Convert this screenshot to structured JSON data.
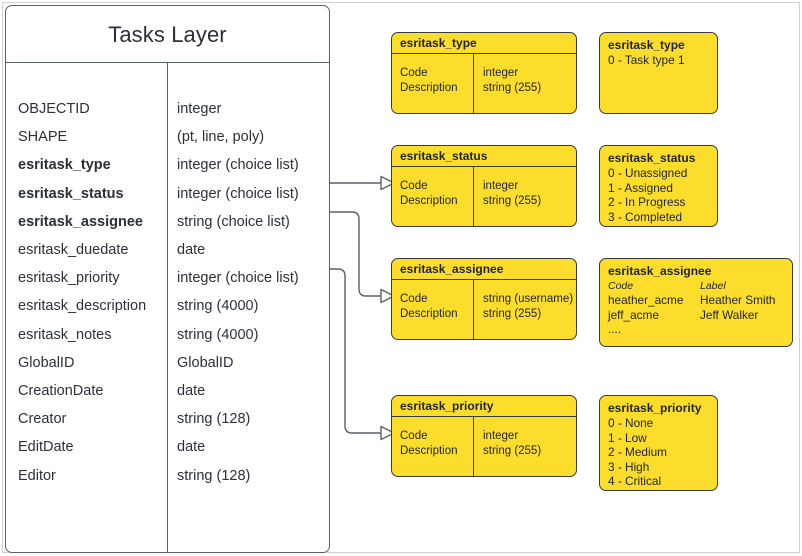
{
  "diagram": {
    "title": "Tasks Layer",
    "accent_yellow": "#FCDD2C",
    "line_color": "#59616E",
    "box_border": "#3B3B3B"
  },
  "entity": {
    "title": "Tasks Layer",
    "fields": [
      {
        "name": "OBJECTID",
        "type": "integer",
        "bold": false
      },
      {
        "name": "SHAPE",
        "type": "(pt, line, poly)",
        "bold": false
      },
      {
        "name": "esritask_type",
        "type": "integer (choice list)",
        "bold": true
      },
      {
        "name": "esritask_status",
        "type": "integer (choice list)",
        "bold": true
      },
      {
        "name": "esritask_assignee",
        "type": "string (choice list)",
        "bold": true
      },
      {
        "name": "esritask_duedate",
        "type": "date",
        "bold": false
      },
      {
        "name": "esritask_priority",
        "type": "integer (choice list)",
        "bold": false
      },
      {
        "name": "esritask_description",
        "type": "string (4000)",
        "bold": false
      },
      {
        "name": "esritask_notes",
        "type": "string (4000)",
        "bold": false
      },
      {
        "name": "GlobalID",
        "type": "GlobalID",
        "bold": false
      },
      {
        "name": "CreationDate",
        "type": "date",
        "bold": false
      },
      {
        "name": "Creator",
        "type": "string (128)",
        "bold": false
      },
      {
        "name": "EditDate",
        "type": "date",
        "bold": false
      },
      {
        "name": "Editor",
        "type": "string (128)",
        "bold": false
      }
    ]
  },
  "domain_tables": [
    {
      "id": "type",
      "header": "esritask_type",
      "left_rows": [
        "Code",
        "Description"
      ],
      "right_rows": [
        "integer",
        "string (255)"
      ]
    },
    {
      "id": "status",
      "header": "esritask_status",
      "left_rows": [
        "Code",
        "Description"
      ],
      "right_rows": [
        "integer",
        "string (255)"
      ]
    },
    {
      "id": "assignee",
      "header": "esritask_assignee",
      "left_rows": [
        "Code",
        "Description"
      ],
      "right_rows": [
        "string  (username)",
        "string (255)"
      ]
    },
    {
      "id": "priority",
      "header": "esritask_priority",
      "left_rows": [
        "Code",
        "Description"
      ],
      "right_rows": [
        "integer",
        "string (255)"
      ]
    }
  ],
  "value_boxes": {
    "type": {
      "title": "esritask_type",
      "values": [
        "0 - Task type 1"
      ]
    },
    "status": {
      "title": "esritask_status",
      "values": [
        "0 - Unassigned",
        "1 - Assigned",
        "2 - In Progress",
        "3 - Completed"
      ]
    },
    "assignee": {
      "title": "esritask_assignee",
      "col_head_code": "Code",
      "col_head_label": "Label",
      "rows": [
        {
          "code": "heather_acme",
          "label": "Heather Smith"
        },
        {
          "code": "jeff_acme",
          "label": "Jeff Walker"
        }
      ],
      "ellipsis": "...."
    },
    "priority": {
      "title": "esritask_priority",
      "values": [
        "0 - None",
        "1 - Low",
        "2 - Medium",
        "3 - High",
        "4 - Critical"
      ]
    }
  }
}
